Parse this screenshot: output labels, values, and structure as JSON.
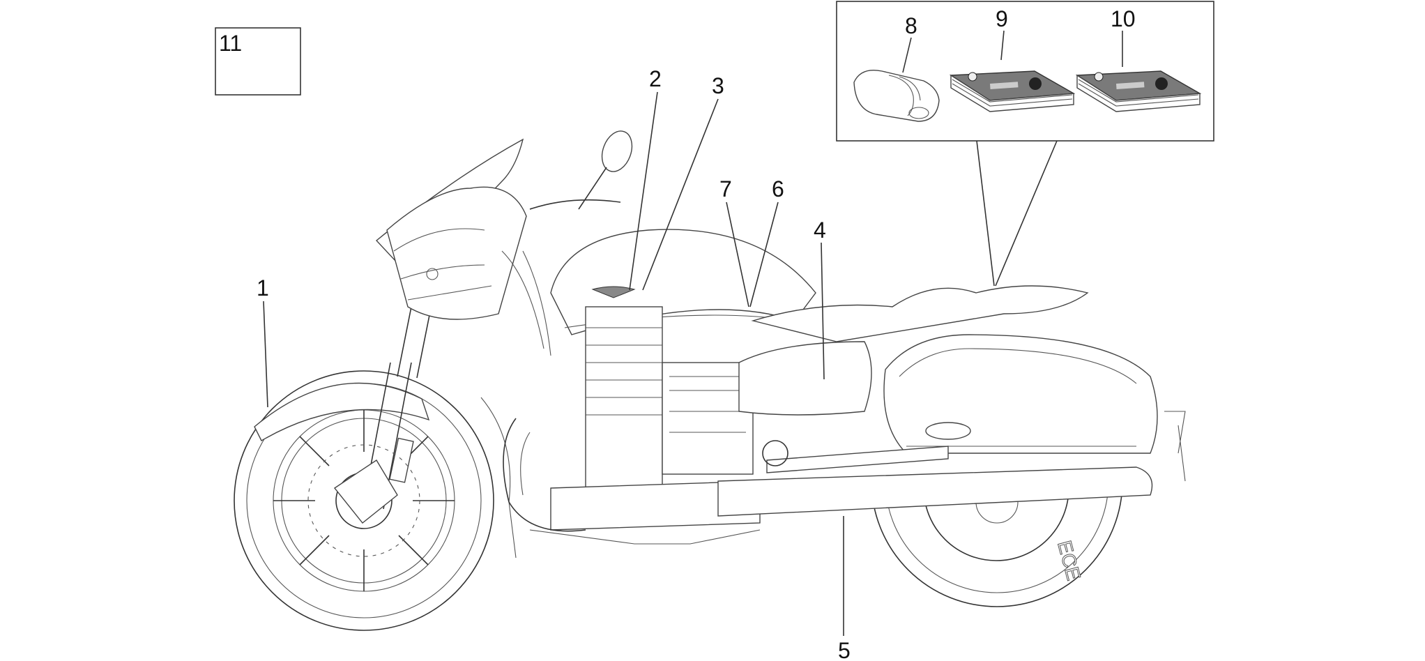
{
  "callouts": {
    "c1": "1",
    "c2": "2",
    "c3": "3",
    "c4": "4",
    "c5": "5",
    "c6": "6",
    "c7": "7",
    "c8": "8",
    "c9": "9",
    "c10": "10",
    "c11": "11"
  },
  "decals": {
    "rear_tyre_mark": "ECE"
  }
}
